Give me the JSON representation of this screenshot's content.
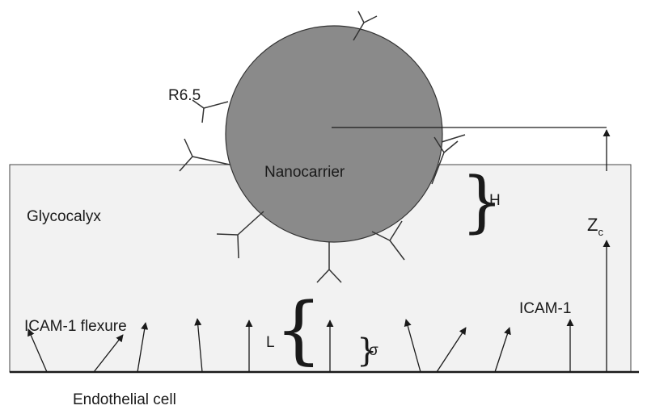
{
  "diagram": {
    "labels": {
      "nanocarrier": "Nanocarrier",
      "glycocalyx": "Glycocalyx",
      "r65": "R6.5",
      "h": "H",
      "zc_main": "Z",
      "zc_sub": "c",
      "icam_flexure": "ICAM-1 flexure",
      "icam1": "ICAM-1",
      "l": "L",
      "sigma": "σ",
      "endothelial": "Endothelial cell"
    },
    "colors": {
      "glycocalyx_fill": "#f2f2f2",
      "nanocarrier_fill": "#8a8a8a",
      "line": "#1a1a1a"
    }
  }
}
